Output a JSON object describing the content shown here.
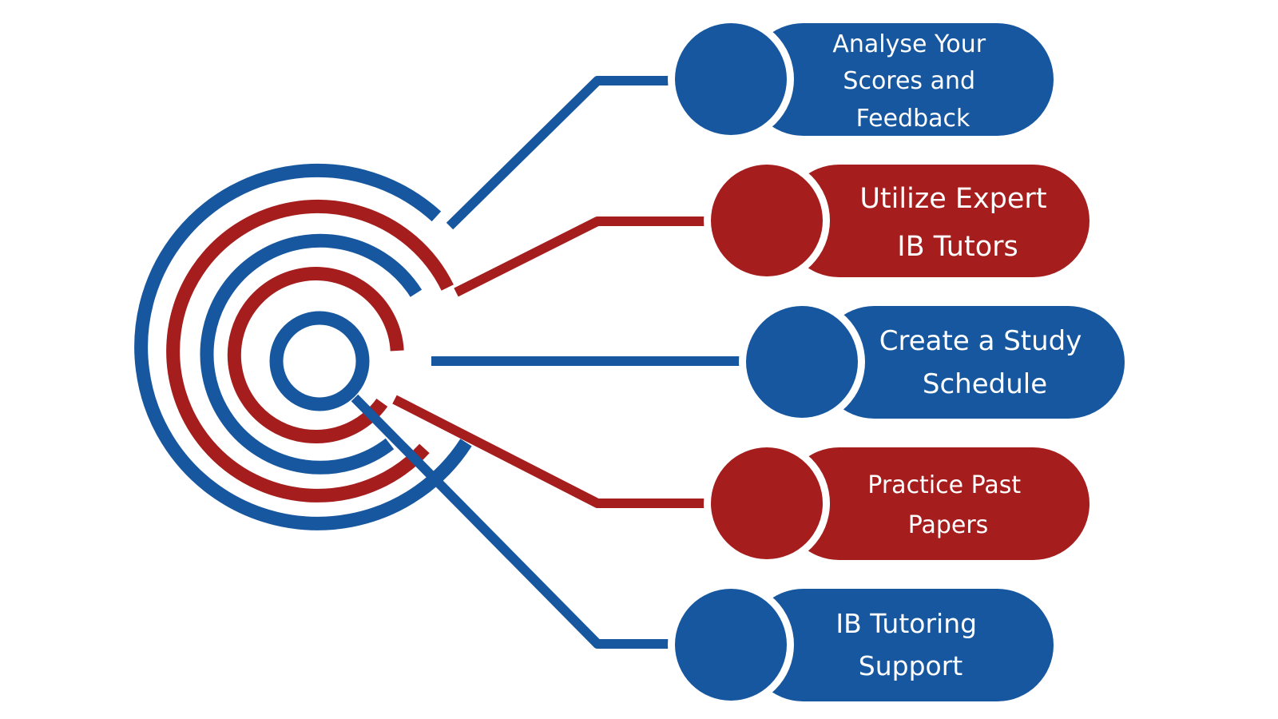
{
  "colors": {
    "blue": "#17579f",
    "red": "#a51d1d",
    "background": "#ffffff"
  },
  "center_rings": [
    {
      "color": "blue"
    },
    {
      "color": "red"
    },
    {
      "color": "blue"
    },
    {
      "color": "red"
    },
    {
      "color": "blue"
    }
  ],
  "items": [
    {
      "color": "blue",
      "lines": [
        "Analyse Your",
        "Scores and",
        "Feedback"
      ]
    },
    {
      "color": "red",
      "lines": [
        "Utilize Expert",
        "IB Tutors"
      ]
    },
    {
      "color": "blue",
      "lines": [
        "Create a Study",
        "Schedule"
      ]
    },
    {
      "color": "red",
      "lines": [
        "Practice Past",
        "Papers"
      ]
    },
    {
      "color": "blue",
      "lines": [
        "IB Tutoring",
        "Support"
      ]
    }
  ]
}
